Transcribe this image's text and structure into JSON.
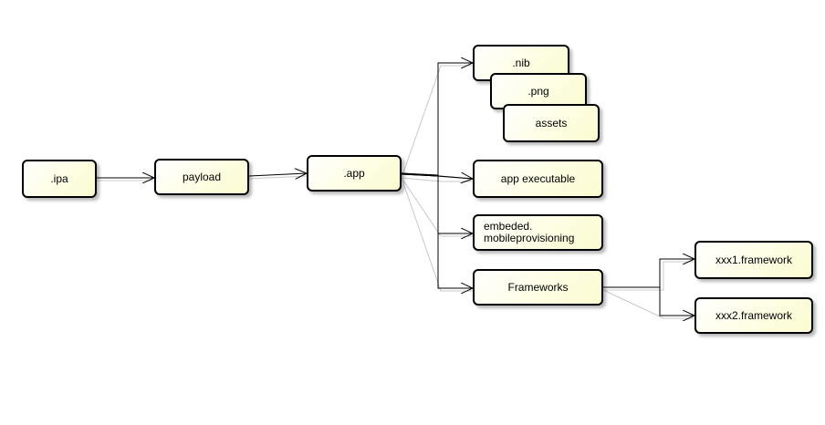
{
  "nodes": {
    "ipa": ".ipa",
    "payload": "payload",
    "app": ".app",
    "nib": ".nib",
    "png": ".png",
    "assets": "assets",
    "executable": "app executable",
    "provisioning_line1": "embeded.",
    "provisioning_line2": "mobileprovisioning",
    "frameworks": "Frameworks",
    "framework1": "xxx1.framework",
    "framework2": "xxx2.framework"
  },
  "edges": [
    {
      "from": "ipa",
      "to": "payload"
    },
    {
      "from": "payload",
      "to": "app"
    },
    {
      "from": "app",
      "to": "nib"
    },
    {
      "from": "app",
      "to": "executable"
    },
    {
      "from": "app",
      "to": "provisioning"
    },
    {
      "from": "app",
      "to": "frameworks"
    },
    {
      "from": "frameworks",
      "to": "framework1"
    },
    {
      "from": "frameworks",
      "to": "framework2"
    }
  ],
  "colors": {
    "node_fill": "#fefee8",
    "node_border": "#000000",
    "edge": "#000000"
  }
}
